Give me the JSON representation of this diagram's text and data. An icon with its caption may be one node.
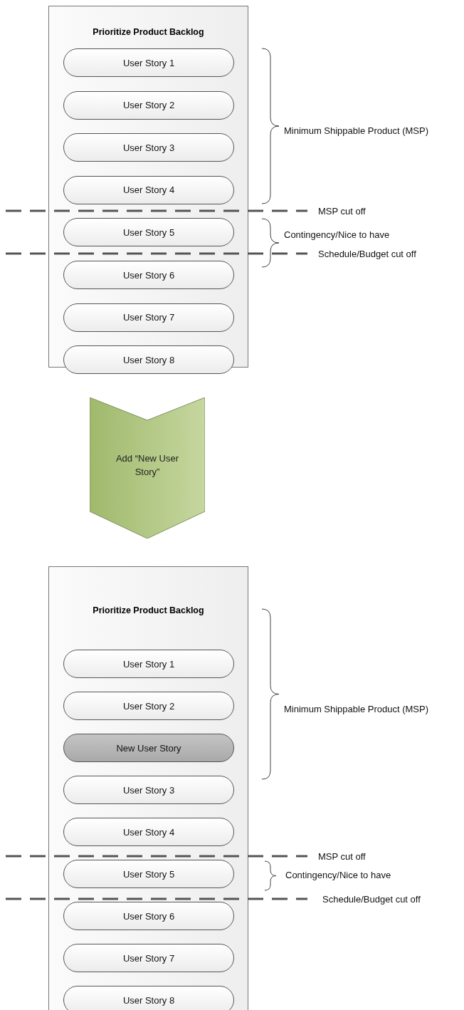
{
  "diagram": {
    "nodes": [
      {
        "text": [
          "Prioritize Product Backlog"
        ]
      },
      {
        "text": [
          "User Story 1"
        ],
        "in": 0
      },
      {
        "text": [
          "User Story 2"
        ],
        "in": 0
      },
      {
        "text": [
          "User Story 3"
        ],
        "in": 0
      },
      {
        "text": [
          "User Story 4"
        ],
        "in": 0
      },
      {
        "text": [
          "User Story 5"
        ],
        "in": 0
      },
      {
        "text": [
          "User Story 6"
        ],
        "in": 0
      },
      {
        "text": [
          "User Story 7"
        ],
        "in": 0
      },
      {
        "text": [
          "User Story 8"
        ],
        "in": 0
      },
      {
        "text": [
          "Add “New User Story”"
        ]
      },
      {
        "text": [
          "Prioritize Product Backlog"
        ]
      },
      {
        "text": [
          "User Story 1"
        ],
        "in": 10
      },
      {
        "text": [
          "User Story 2"
        ],
        "in": 10
      },
      {
        "text": [
          "New User Story"
        ],
        "in": 10
      },
      {
        "text": [
          "User Story 3"
        ],
        "in": 10
      },
      {
        "text": [
          "User Story 4"
        ],
        "in": 10
      },
      {
        "text": [
          "User Story 5"
        ],
        "in": 10
      },
      {
        "text": [
          "User Story 6"
        ],
        "in": 10
      },
      {
        "text": [
          "User Story 7"
        ],
        "in": 10
      },
      {
        "text": [
          "User Story 8"
        ],
        "in": 10
      }
    ],
    "labels": [
      "Minimum Shippable Product (MSP)",
      "MSP cut off",
      "Contingency/Nice to have",
      "Schedule/Budget cut off",
      "Minimum Shippable Product (MSP)",
      "MSP cut off",
      "Contingency/Nice to have",
      "Schedule/Budget cut off"
    ]
  }
}
